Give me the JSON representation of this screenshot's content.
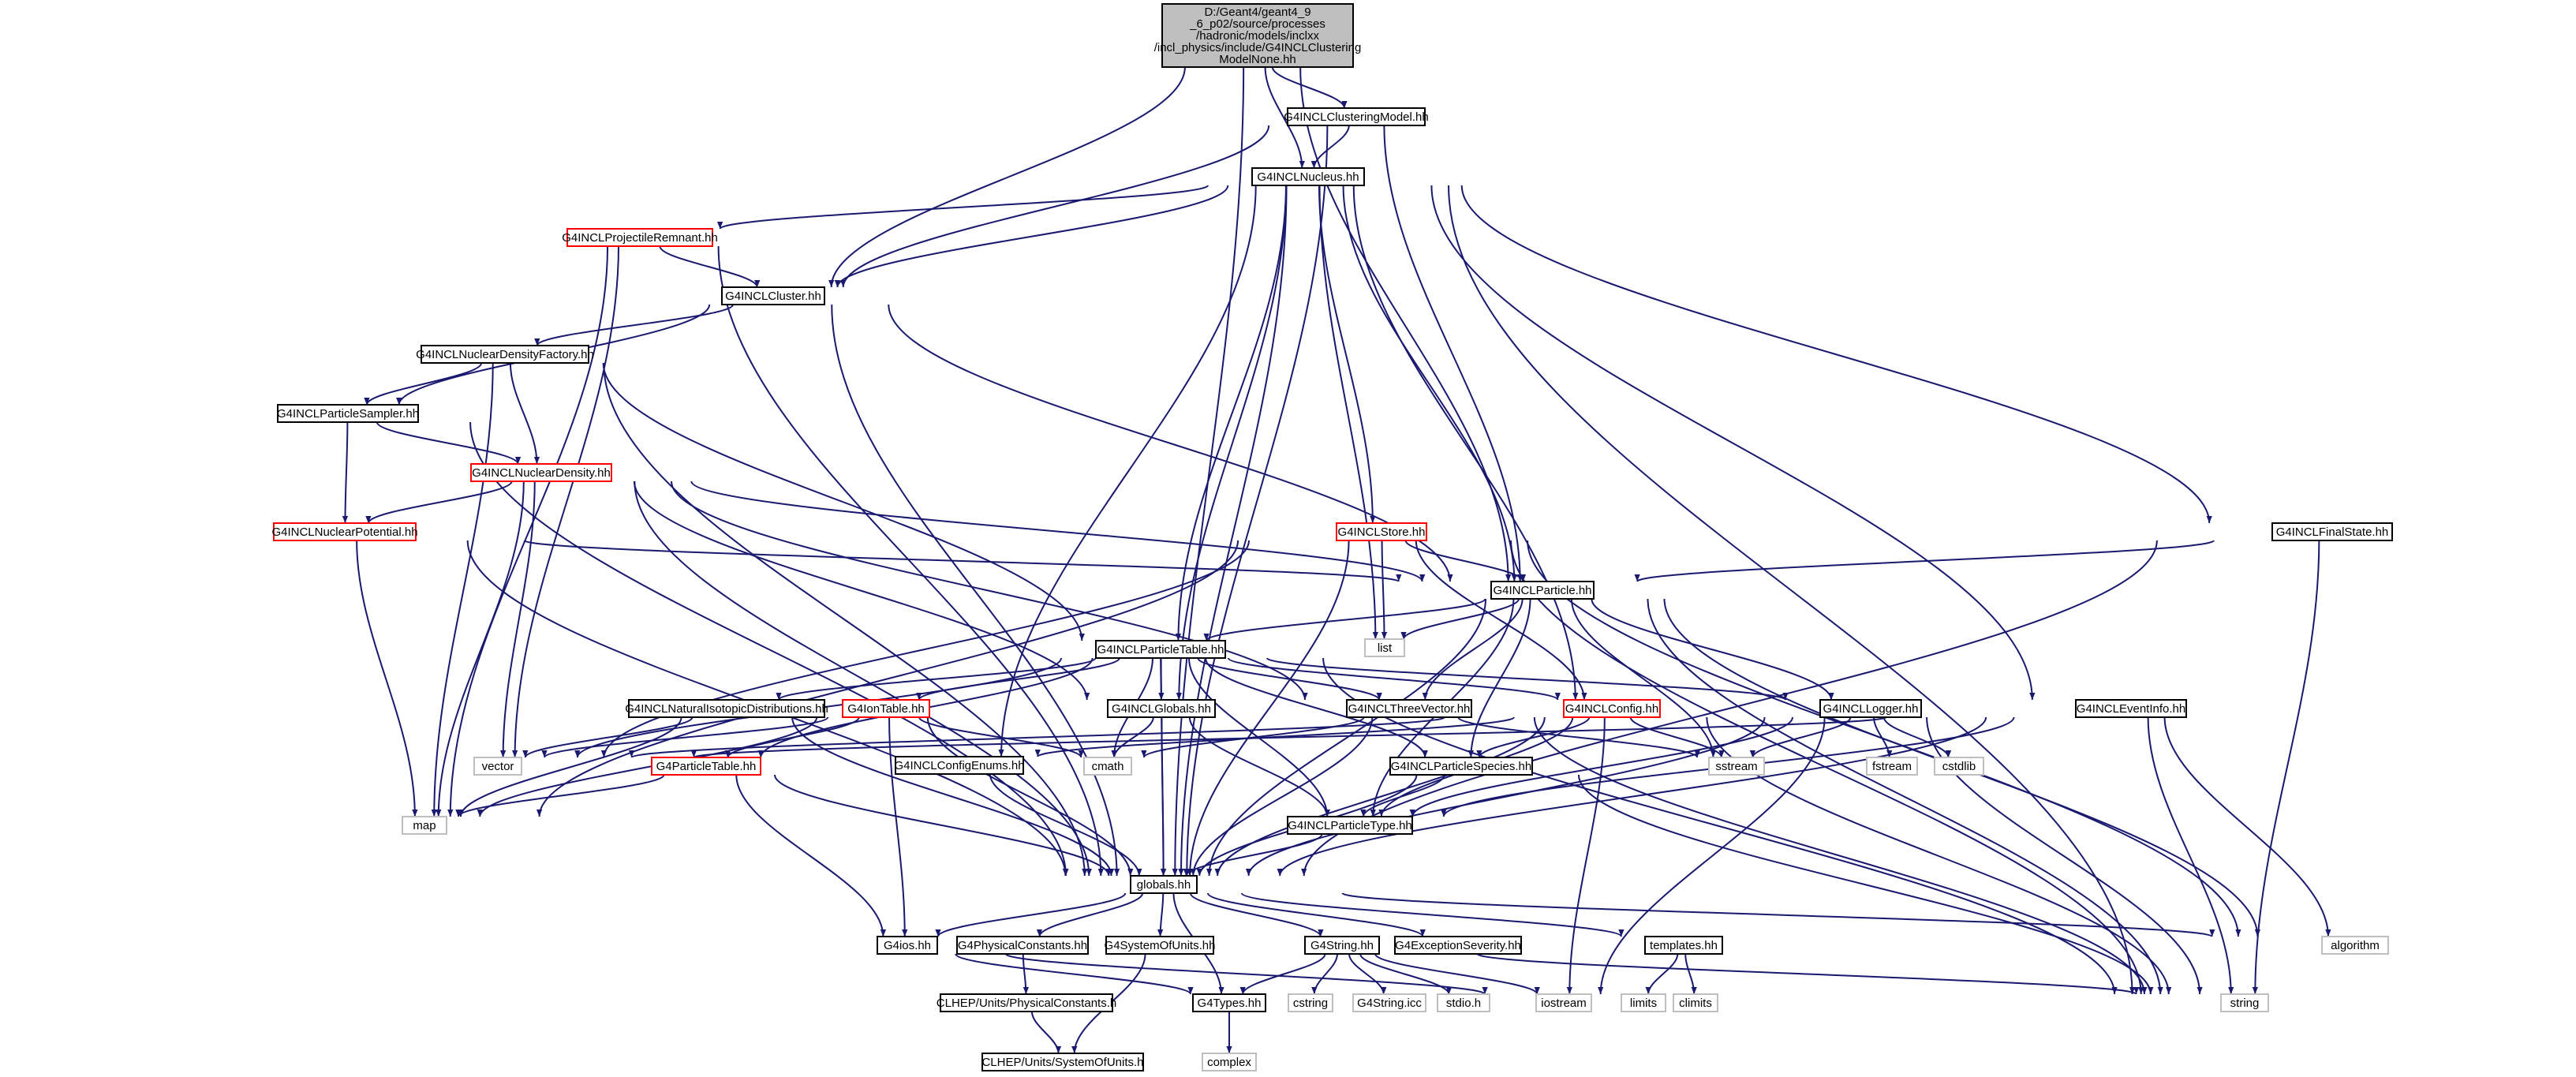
{
  "colors": {
    "edge": "#191970",
    "border_normal": "#000000",
    "border_truncated": "#ff0000",
    "border_system": "#bfbfbf",
    "root_fill": "#bfbfbf",
    "node_fill": "#ffffff"
  },
  "nodes": [
    {
      "id": "root",
      "lines": [
        "D:/Geant4/geant4_9",
        "_6_p02/source/processes",
        "/hadronic/models/inclxx",
        "/incl_physics/include/G4INCLClustering",
        "ModelNone.hh"
      ],
      "kind": "root"
    },
    {
      "id": "clusteringModel",
      "lines": [
        "G4INCLClusteringModel.hh"
      ],
      "kind": "normal"
    },
    {
      "id": "nucleus",
      "lines": [
        "G4INCLNucleus.hh"
      ],
      "kind": "normal"
    },
    {
      "id": "projRemnant",
      "lines": [
        "G4INCLProjectileRemnant.hh"
      ],
      "kind": "truncated"
    },
    {
      "id": "cluster",
      "lines": [
        "G4INCLCluster.hh"
      ],
      "kind": "normal"
    },
    {
      "id": "nucDensFactory",
      "lines": [
        "G4INCLNuclearDensityFactory.hh"
      ],
      "kind": "normal"
    },
    {
      "id": "particleSampler",
      "lines": [
        "G4INCLParticleSampler.hh"
      ],
      "kind": "normal"
    },
    {
      "id": "nucDensity",
      "lines": [
        "G4INCLNuclearDensity.hh"
      ],
      "kind": "truncated"
    },
    {
      "id": "nucPotential",
      "lines": [
        "G4INCLNuclearPotential.hh"
      ],
      "kind": "truncated"
    },
    {
      "id": "store",
      "lines": [
        "G4INCLStore.hh"
      ],
      "kind": "truncated"
    },
    {
      "id": "finalState",
      "lines": [
        "G4INCLFinalState.hh"
      ],
      "kind": "normal"
    },
    {
      "id": "particle",
      "lines": [
        "G4INCLParticle.hh"
      ],
      "kind": "normal"
    },
    {
      "id": "list",
      "lines": [
        "list"
      ],
      "kind": "system"
    },
    {
      "id": "particleTable",
      "lines": [
        "G4INCLParticleTable.hh"
      ],
      "kind": "normal"
    },
    {
      "id": "natIsotopic",
      "lines": [
        "G4INCLNaturalIsotopicDistributions.hh"
      ],
      "kind": "normal"
    },
    {
      "id": "ionTable",
      "lines": [
        "G4IonTable.hh"
      ],
      "kind": "truncated"
    },
    {
      "id": "inclGlobals",
      "lines": [
        "G4INCLGlobals.hh"
      ],
      "kind": "normal"
    },
    {
      "id": "threeVector",
      "lines": [
        "G4INCLThreeVector.hh"
      ],
      "kind": "normal"
    },
    {
      "id": "config",
      "lines": [
        "G4INCLConfig.hh"
      ],
      "kind": "truncated"
    },
    {
      "id": "logger",
      "lines": [
        "G4INCLLogger.hh"
      ],
      "kind": "normal"
    },
    {
      "id": "eventInfo",
      "lines": [
        "G4INCLEventInfo.hh"
      ],
      "kind": "normal"
    },
    {
      "id": "vector",
      "lines": [
        "vector"
      ],
      "kind": "system"
    },
    {
      "id": "g4ParticleTable",
      "lines": [
        "G4ParticleTable.hh"
      ],
      "kind": "truncated"
    },
    {
      "id": "configEnums",
      "lines": [
        "G4INCLConfigEnums.hh"
      ],
      "kind": "normal"
    },
    {
      "id": "cmath",
      "lines": [
        "cmath"
      ],
      "kind": "system"
    },
    {
      "id": "particleSpecies",
      "lines": [
        "G4INCLParticleSpecies.hh"
      ],
      "kind": "normal"
    },
    {
      "id": "sstream",
      "lines": [
        "sstream"
      ],
      "kind": "system"
    },
    {
      "id": "fstream",
      "lines": [
        "fstream"
      ],
      "kind": "system"
    },
    {
      "id": "cstdlib",
      "lines": [
        "cstdlib"
      ],
      "kind": "system"
    },
    {
      "id": "map",
      "lines": [
        "map"
      ],
      "kind": "system"
    },
    {
      "id": "particleType",
      "lines": [
        "G4INCLParticleType.hh"
      ],
      "kind": "normal"
    },
    {
      "id": "globals",
      "lines": [
        "globals.hh"
      ],
      "kind": "normal"
    },
    {
      "id": "g4ios",
      "lines": [
        "G4ios.hh"
      ],
      "kind": "normal"
    },
    {
      "id": "physConsts",
      "lines": [
        "G4PhysicalConstants.hh"
      ],
      "kind": "normal"
    },
    {
      "id": "sysOfUnits",
      "lines": [
        "G4SystemOfUnits.hh"
      ],
      "kind": "normal"
    },
    {
      "id": "g4String",
      "lines": [
        "G4String.hh"
      ],
      "kind": "normal"
    },
    {
      "id": "exceptionSeverity",
      "lines": [
        "G4ExceptionSeverity.hh"
      ],
      "kind": "normal"
    },
    {
      "id": "templates",
      "lines": [
        "templates.hh"
      ],
      "kind": "normal"
    },
    {
      "id": "algorithm",
      "lines": [
        "algorithm"
      ],
      "kind": "system"
    },
    {
      "id": "clhepPhys",
      "lines": [
        "CLHEP/Units/PhysicalConstants.h"
      ],
      "kind": "normal"
    },
    {
      "id": "g4Types",
      "lines": [
        "G4Types.hh"
      ],
      "kind": "normal"
    },
    {
      "id": "cstring",
      "lines": [
        "cstring"
      ],
      "kind": "system"
    },
    {
      "id": "g4StringIcc",
      "lines": [
        "G4String.icc"
      ],
      "kind": "system"
    },
    {
      "id": "stdio",
      "lines": [
        "stdio.h"
      ],
      "kind": "system"
    },
    {
      "id": "iostream",
      "lines": [
        "iostream"
      ],
      "kind": "system"
    },
    {
      "id": "limits",
      "lines": [
        "limits"
      ],
      "kind": "system"
    },
    {
      "id": "climits",
      "lines": [
        "climits"
      ],
      "kind": "system"
    },
    {
      "id": "string",
      "lines": [
        "string"
      ],
      "kind": "system"
    },
    {
      "id": "clhepUnits",
      "lines": [
        "CLHEP/Units/SystemOfUnits.h"
      ],
      "kind": "normal"
    },
    {
      "id": "complex",
      "lines": [
        "complex"
      ],
      "kind": "system"
    }
  ],
  "edges": [
    [
      "root",
      "clusteringModel"
    ],
    [
      "root",
      "nucleus"
    ],
    [
      "root",
      "cluster"
    ],
    [
      "root",
      "globals"
    ],
    [
      "root",
      "particle"
    ],
    [
      "clusteringModel",
      "nucleus"
    ],
    [
      "clusteringModel",
      "cluster"
    ],
    [
      "clusteringModel",
      "particle"
    ],
    [
      "clusteringModel",
      "globals"
    ],
    [
      "nucleus",
      "projRemnant"
    ],
    [
      "nucleus",
      "cluster"
    ],
    [
      "nucleus",
      "particleTable"
    ],
    [
      "nucleus",
      "inclGlobals"
    ],
    [
      "nucleus",
      "store"
    ],
    [
      "nucleus",
      "particle"
    ],
    [
      "nucleus",
      "list"
    ],
    [
      "nucleus",
      "config"
    ],
    [
      "nucleus",
      "finalState"
    ],
    [
      "nucleus",
      "eventInfo"
    ],
    [
      "nucleus",
      "string"
    ],
    [
      "nucleus",
      "globals"
    ],
    [
      "nucleus",
      "configEnums"
    ],
    [
      "projRemnant",
      "cluster"
    ],
    [
      "projRemnant",
      "globals"
    ],
    [
      "projRemnant",
      "map"
    ],
    [
      "projRemnant",
      "vector"
    ],
    [
      "cluster",
      "nucDensFactory"
    ],
    [
      "cluster",
      "particleSampler"
    ],
    [
      "cluster",
      "particle"
    ],
    [
      "cluster",
      "globals"
    ],
    [
      "nucDensFactory",
      "particleSampler"
    ],
    [
      "nucDensFactory",
      "nucDensity"
    ],
    [
      "nucDensFactory",
      "particleTable"
    ],
    [
      "nucDensFactory",
      "map"
    ],
    [
      "nucDensFactory",
      "globals"
    ],
    [
      "particleSampler",
      "nucDensity"
    ],
    [
      "particleSampler",
      "nucPotential"
    ],
    [
      "particleSampler",
      "globals"
    ],
    [
      "nucDensity",
      "nucPotential"
    ],
    [
      "nucDensity",
      "particle"
    ],
    [
      "nucDensity",
      "threeVector"
    ],
    [
      "nucDensity",
      "inclGlobals"
    ],
    [
      "nucDensity",
      "vector"
    ],
    [
      "nucDensity",
      "map"
    ],
    [
      "nucDensity",
      "globals"
    ],
    [
      "nucPotential",
      "particle"
    ],
    [
      "nucPotential",
      "map"
    ],
    [
      "nucPotential",
      "globals"
    ],
    [
      "store",
      "particle"
    ],
    [
      "store",
      "list"
    ],
    [
      "store",
      "config"
    ],
    [
      "store",
      "map"
    ],
    [
      "store",
      "globals"
    ],
    [
      "store",
      "vector"
    ],
    [
      "store",
      "algorithm"
    ],
    [
      "store",
      "string"
    ],
    [
      "finalState",
      "particle"
    ],
    [
      "finalState",
      "globals"
    ],
    [
      "finalState",
      "string"
    ],
    [
      "particle",
      "particleTable"
    ],
    [
      "particle",
      "list"
    ],
    [
      "particle",
      "threeVector"
    ],
    [
      "particle",
      "particleSpecies"
    ],
    [
      "particle",
      "logger"
    ],
    [
      "particle",
      "particleType"
    ],
    [
      "particle",
      "sstream"
    ],
    [
      "particle",
      "globals"
    ],
    [
      "particle",
      "algorithm"
    ],
    [
      "particle",
      "string"
    ],
    [
      "particleTable",
      "natIsotopic"
    ],
    [
      "particleTable",
      "ionTable"
    ],
    [
      "particleTable",
      "inclGlobals"
    ],
    [
      "particleTable",
      "threeVector"
    ],
    [
      "particleTable",
      "config"
    ],
    [
      "particleTable",
      "logger"
    ],
    [
      "particleTable",
      "particleSpecies"
    ],
    [
      "particleTable",
      "particleType"
    ],
    [
      "particleTable",
      "vector"
    ],
    [
      "particleTable",
      "g4ParticleTable"
    ],
    [
      "particleTable",
      "globals"
    ],
    [
      "particleTable",
      "cmath"
    ],
    [
      "particleTable",
      "string"
    ],
    [
      "natIsotopic",
      "vector"
    ],
    [
      "natIsotopic",
      "map"
    ],
    [
      "natIsotopic",
      "globals"
    ],
    [
      "ionTable",
      "g4ParticleTable"
    ],
    [
      "ionTable",
      "vector"
    ],
    [
      "ionTable",
      "cmath"
    ],
    [
      "ionTable",
      "map"
    ],
    [
      "ionTable",
      "globals"
    ],
    [
      "ionTable",
      "g4ios"
    ],
    [
      "inclGlobals",
      "cmath"
    ],
    [
      "inclGlobals",
      "particleType"
    ],
    [
      "inclGlobals",
      "globals"
    ],
    [
      "threeVector",
      "cmath"
    ],
    [
      "threeVector",
      "sstream"
    ],
    [
      "threeVector",
      "string"
    ],
    [
      "threeVector",
      "globals"
    ],
    [
      "config",
      "configEnums"
    ],
    [
      "config",
      "particleSpecies"
    ],
    [
      "config",
      "particleType"
    ],
    [
      "config",
      "sstream"
    ],
    [
      "config",
      "iostream"
    ],
    [
      "config",
      "string"
    ],
    [
      "config",
      "globals"
    ],
    [
      "config",
      "vector"
    ],
    [
      "logger",
      "sstream"
    ],
    [
      "logger",
      "fstream"
    ],
    [
      "logger",
      "cstdlib"
    ],
    [
      "logger",
      "iostream"
    ],
    [
      "logger",
      "string"
    ],
    [
      "logger",
      "globals"
    ],
    [
      "logger",
      "particleType"
    ],
    [
      "eventInfo",
      "vector"
    ],
    [
      "eventInfo",
      "algorithm"
    ],
    [
      "eventInfo",
      "string"
    ],
    [
      "eventInfo",
      "globals"
    ],
    [
      "eventInfo",
      "particleType"
    ],
    [
      "g4ParticleTable",
      "map"
    ],
    [
      "g4ParticleTable",
      "globals"
    ],
    [
      "g4ParticleTable",
      "g4ios"
    ],
    [
      "configEnums",
      "globals"
    ],
    [
      "particleSpecies",
      "particleType"
    ],
    [
      "particleSpecies",
      "globals"
    ],
    [
      "particleSpecies",
      "string"
    ],
    [
      "particleType",
      "globals"
    ],
    [
      "globals",
      "g4ios"
    ],
    [
      "globals",
      "physConsts"
    ],
    [
      "globals",
      "sysOfUnits"
    ],
    [
      "globals",
      "g4String"
    ],
    [
      "globals",
      "exceptionSeverity"
    ],
    [
      "globals",
      "templates"
    ],
    [
      "globals",
      "algorithm"
    ],
    [
      "globals",
      "g4Types"
    ],
    [
      "g4ios",
      "g4Types"
    ],
    [
      "g4ios",
      "iostream"
    ],
    [
      "physConsts",
      "clhepPhys"
    ],
    [
      "sysOfUnits",
      "clhepUnits"
    ],
    [
      "clhepPhys",
      "clhepUnits"
    ],
    [
      "g4String",
      "g4Types"
    ],
    [
      "g4String",
      "cstring"
    ],
    [
      "g4String",
      "g4StringIcc"
    ],
    [
      "g4String",
      "stdio"
    ],
    [
      "g4String",
      "iostream"
    ],
    [
      "g4String",
      "string"
    ],
    [
      "templates",
      "limits"
    ],
    [
      "templates",
      "climits"
    ],
    [
      "g4Types",
      "complex"
    ]
  ]
}
